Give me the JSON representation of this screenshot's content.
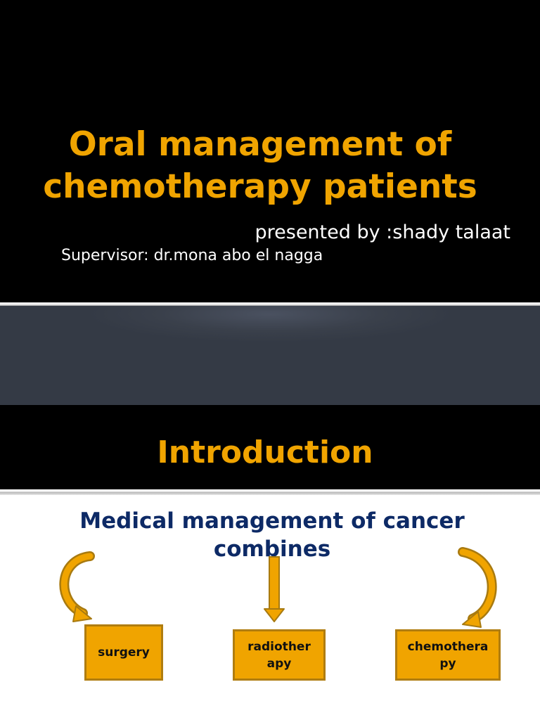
{
  "slide1": {
    "title_line1": "Oral management of",
    "title_line2": "chemotherapy patients",
    "presenter": "presented by :shady talaat",
    "supervisor": "Supervisor: dr.mona abo el nagga"
  },
  "slide3": {
    "title": "Introduction",
    "subtitle_line1": "Medical management of cancer",
    "subtitle_line2": "combines",
    "boxes": [
      {
        "line1": "surgery",
        "line2": ""
      },
      {
        "line1": "radiother",
        "line2": "apy"
      },
      {
        "line1": "chemothera",
        "line2": "py"
      }
    ]
  },
  "colors": {
    "accent_orange": "#f0a400",
    "box_border": "#b07d10",
    "subtitle_navy": "#0d2a66",
    "slide_black": "#000000",
    "slide_slate": "#3a404b"
  },
  "icons": [
    "curved-arrow-left-icon",
    "down-arrow-icon",
    "curved-arrow-right-icon"
  ]
}
